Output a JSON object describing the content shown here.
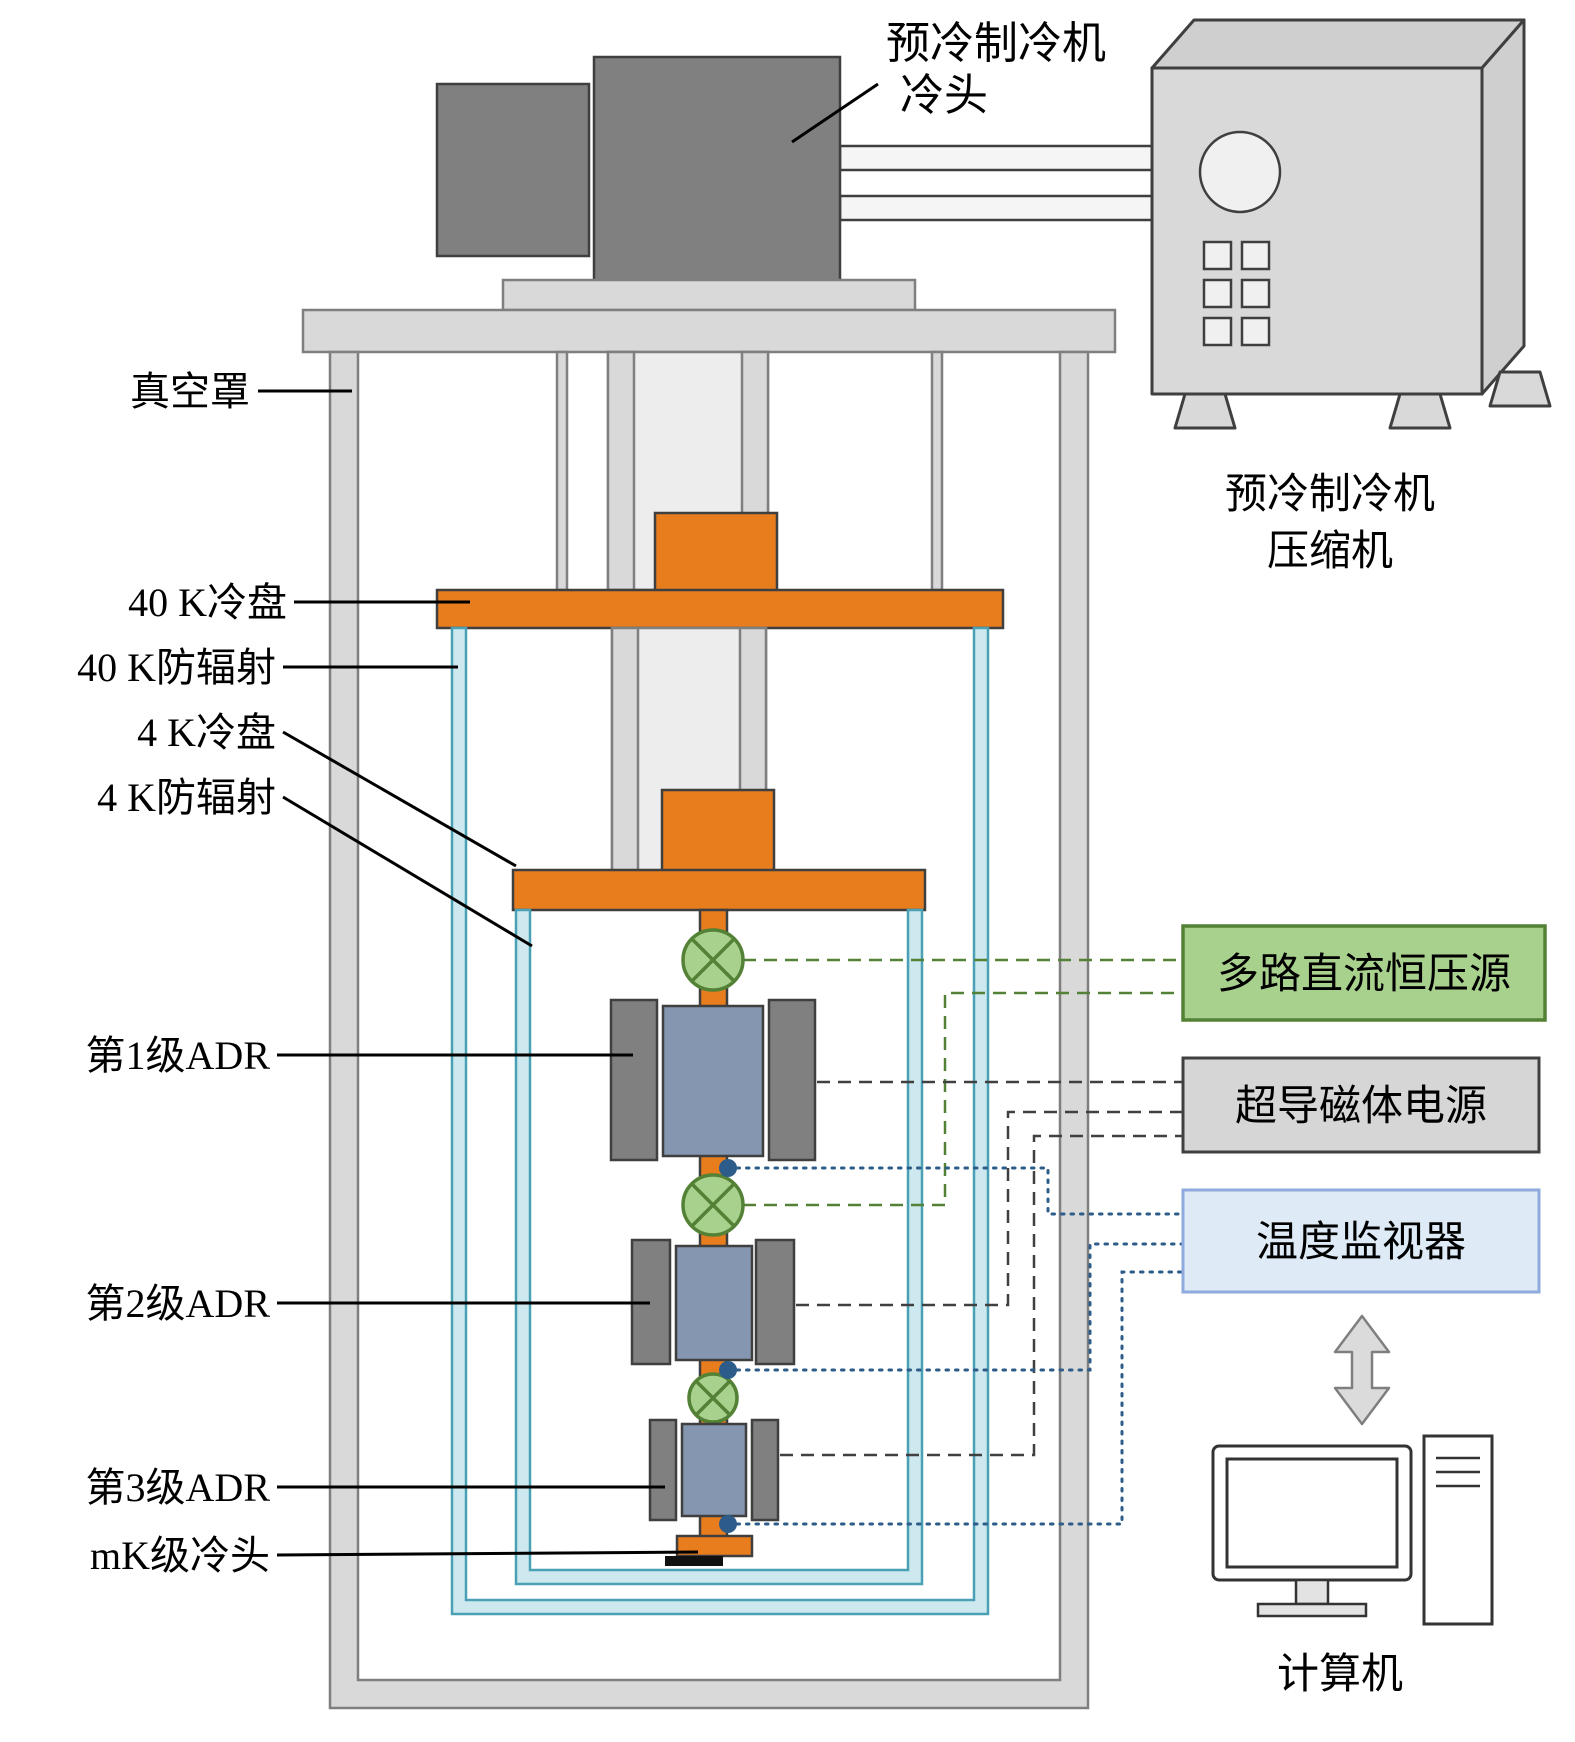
{
  "diagram": {
    "title_context": "ADR cryostat schematic",
    "labels": {
      "precool_cold_head_line1": "预冷制冷机",
      "precool_cold_head_line2": "冷头",
      "compressor_line1": "预冷制冷机",
      "compressor_line2": "压缩机",
      "vacuum_shroud": "真空罩",
      "cold_plate_40k": "40 K冷盘",
      "radiation_shield_40k": "40 K防辐射",
      "cold_plate_4k": "4 K冷盘",
      "radiation_shield_4k": "4 K防辐射",
      "adr_stage1": "第1级ADR",
      "adr_stage2": "第2级ADR",
      "adr_stage3": "第3级ADR",
      "mk_cold_head": "mK级冷头",
      "computer": "计算机"
    },
    "equipment_boxes": {
      "dc_voltage_source": "多路直流恒压源",
      "magnet_power_supply": "超导磁体电源",
      "temperature_monitor": "温度监视器"
    },
    "colors": {
      "orange": "#E87D1E",
      "block_gray": "#808080",
      "outline_dark": "#3F3F3F",
      "light_gray": "#D9D9D9",
      "lighter_gray": "#EDEDED",
      "mid_gray_stroke": "#7F7F7F",
      "shield_teal_stroke": "#4AA0B5",
      "shield_teal_fill": "#CDE8EE",
      "switch_green_fill": "#A9D18E",
      "switch_green_stroke": "#538135",
      "adr_core_blue": "#8496B0",
      "sensor_dot_blue": "#2E5C8A",
      "dc_box_fill": "#A9D18E",
      "dc_box_stroke": "#538135",
      "magnet_box_fill": "#D6D6D6",
      "magnet_box_stroke": "#404040",
      "monitor_box_fill": "#DEEBF7",
      "monitor_box_stroke": "#8FAADC",
      "dashed_black": "#404040"
    }
  }
}
